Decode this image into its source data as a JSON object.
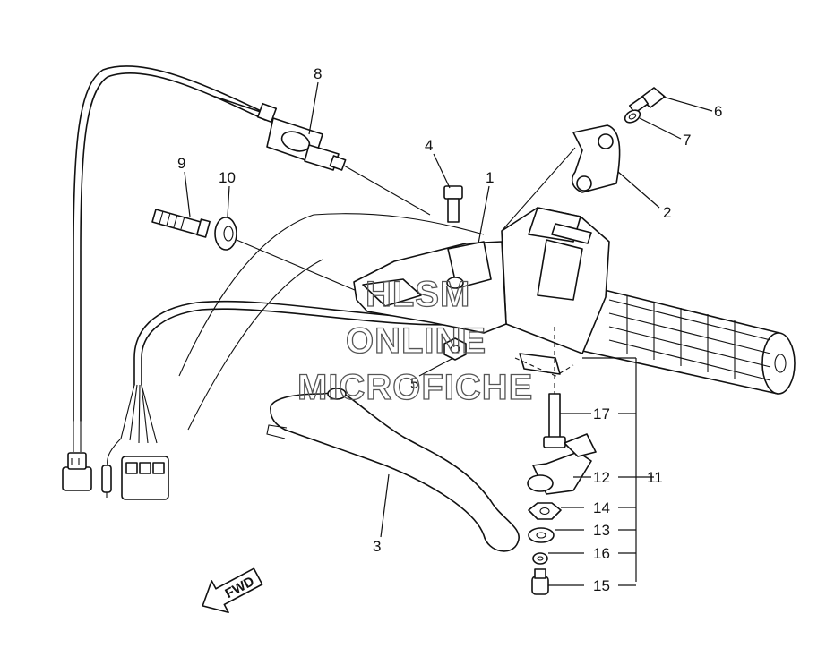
{
  "callouts": {
    "c1": "1",
    "c2": "2",
    "c3": "3",
    "c4": "4",
    "c5": "5",
    "c6": "6",
    "c7": "7",
    "c8": "8",
    "c9": "9",
    "c10": "10",
    "c11": "11",
    "c12": "12",
    "c13": "13",
    "c14": "14",
    "c15": "15",
    "c16": "16",
    "c17": "17"
  },
  "watermark": {
    "line1": "HLSM",
    "line2": "ONLINE",
    "line3": "MICROFICHE"
  },
  "direction_arrow": {
    "label": "FWD"
  }
}
